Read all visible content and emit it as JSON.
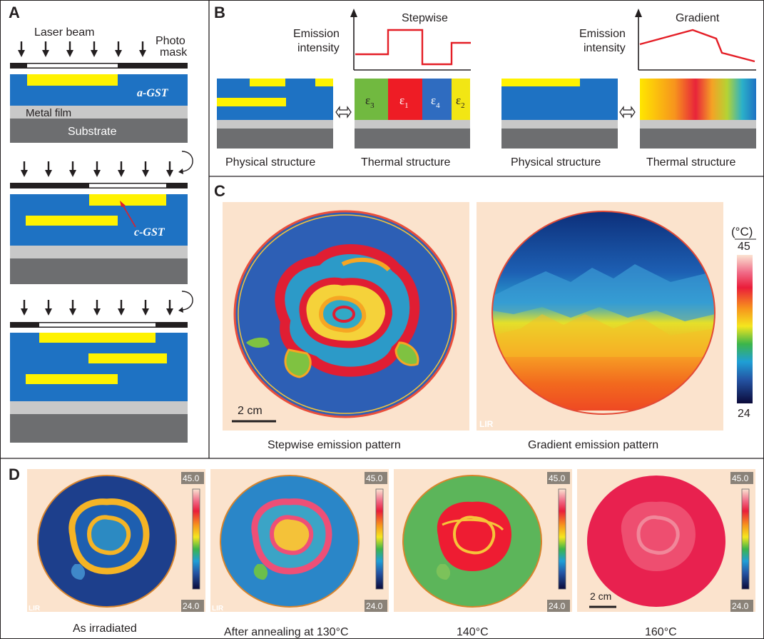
{
  "panels": {
    "a": "A",
    "b": "B",
    "c": "C",
    "d": "D"
  },
  "panel_a": {
    "laser_beam": "Laser beam",
    "photo": "Photo",
    "mask": "mask",
    "a_gst": "a-GST",
    "metal_film": "Metal film",
    "substrate": "Substrate",
    "c_gst": "c-GST"
  },
  "panel_b": {
    "stepwise_title": "Stepwise",
    "gradient_title": "Gradient",
    "emission": "Emission",
    "intensity": "intensity",
    "eps": [
      {
        "label": "ε",
        "sub": "3",
        "color": "#71b940"
      },
      {
        "label": "ε",
        "sub": "1",
        "color": "#ee1c25"
      },
      {
        "label": "ε",
        "sub": "4",
        "color": "#2f6cc0"
      },
      {
        "label": "ε",
        "sub": "2",
        "color": "#f2e614"
      }
    ],
    "physical": "Physical structure",
    "thermal": "Thermal structure"
  },
  "panel_c": {
    "scale_bar": "2 cm",
    "lir": "LIR",
    "unit": "(°C)",
    "max": "45",
    "min": "24",
    "stepwise_caption": "Stepwise emission pattern",
    "gradient_caption": "Gradient emission pattern"
  },
  "panel_d": {
    "scale_max": "45.0",
    "scale_min": "24.0",
    "scale_bar": "2 cm",
    "lir": "LIR",
    "captions": [
      "As irradiated",
      "After annealing at 130°C",
      "140°C",
      "160°C"
    ]
  },
  "colors": {
    "gst_blue": "#1e72c3",
    "crystal_yellow": "#fff200",
    "metal": "#c8c8c8",
    "substrate": "#6d6e70",
    "curve_red": "#e41e26",
    "ir_background": "#fbe3cd"
  }
}
